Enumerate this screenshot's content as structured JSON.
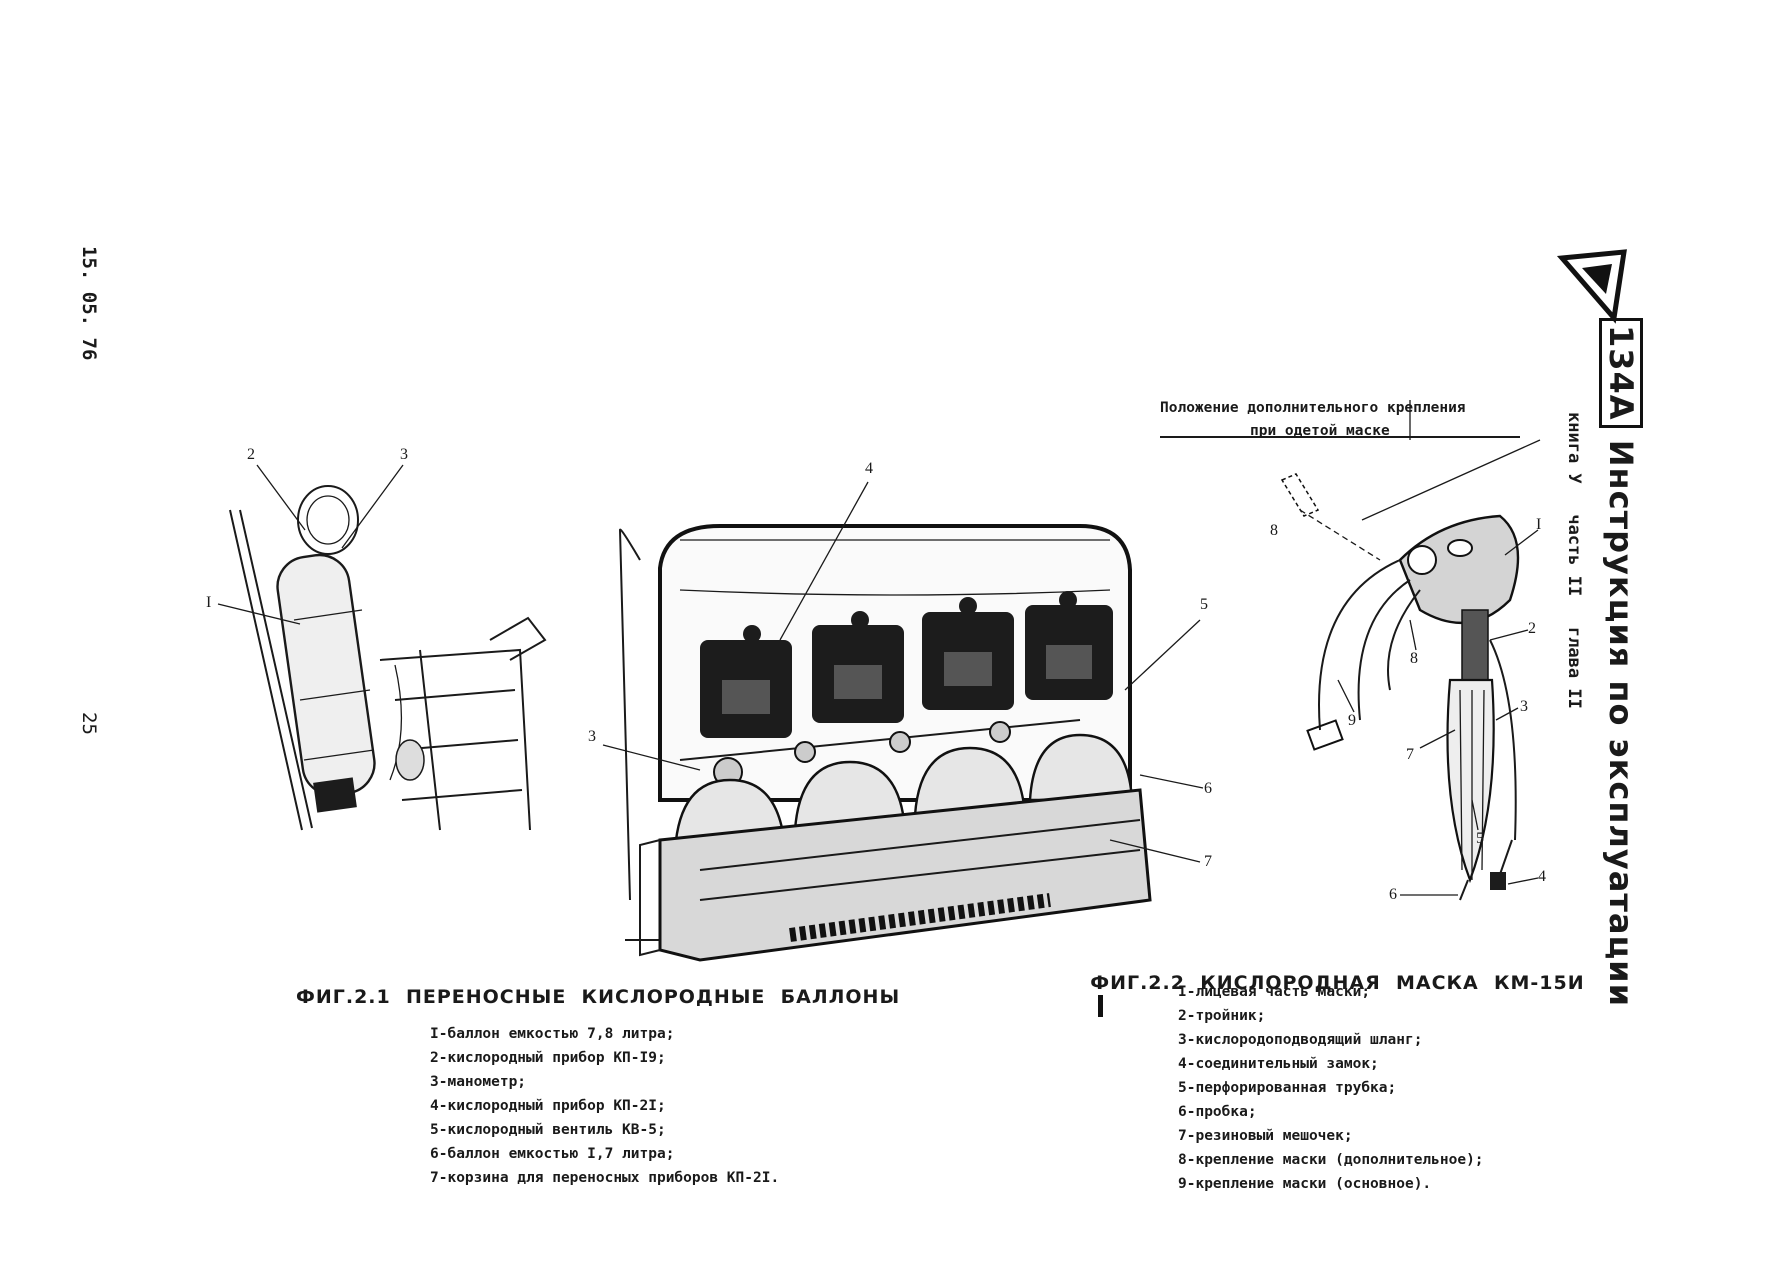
{
  "side_date": "15. 05. 76",
  "page_number": "25",
  "header": {
    "model": "134А",
    "title": "Инструкция по эксплуатации",
    "book_line": "книга У   часть II   глава II"
  },
  "fig21": {
    "caption": "ФИГ.2.1  ПЕРЕНОСНЫЕ  КИСЛОРОДНЫЕ  БАЛЛОНЫ",
    "callouts": [
      "I",
      "2",
      "3",
      "4",
      "3",
      "5",
      "6",
      "7"
    ],
    "legend": [
      "I-баллон емкостью 7,8 литра;",
      "2-кислородный прибор КП-I9;",
      "3-манометр;",
      "4-кислородный прибор КП-2I;",
      "5-кислородный вентиль КВ-5;",
      "6-баллон емкостью I,7 литра;",
      "7-корзина для переносных приборов КП-2I."
    ]
  },
  "fig22": {
    "note_line1": "Положение дополнительного крепления",
    "note_line2": "при одетой маске",
    "caption": "ФИГ.2.2  КИСЛОРОДНАЯ  МАСКА  КМ-15И",
    "callouts": [
      "8",
      "I",
      "2",
      "8",
      "9",
      "3",
      "7",
      "5",
      "6",
      "4"
    ],
    "legend": [
      "I-лицевая часть маски;",
      "2-тройник;",
      "3-кислородоподводящий шланг;",
      "4-соединительный замок;",
      "5-перфорированная трубка;",
      "6-пробка;",
      "7-резиновый мешочек;",
      "8-крепление маски (дополнительное);",
      "9-крепление маски (основное)."
    ]
  }
}
